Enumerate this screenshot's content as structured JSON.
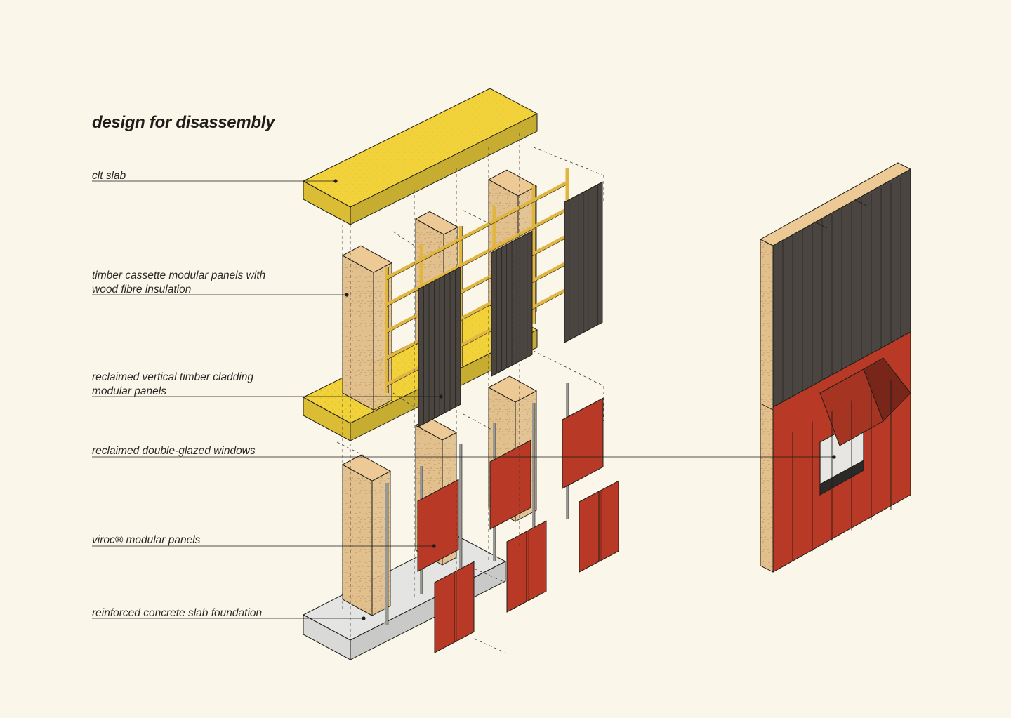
{
  "title": "design for disassembly",
  "labels": [
    {
      "id": "clt-slab",
      "lines": [
        "clt slab"
      ]
    },
    {
      "id": "timber-cassette",
      "lines": [
        "timber cassette modular panels with",
        "wood fibre insulation"
      ]
    },
    {
      "id": "timber-cladding",
      "lines": [
        "reclaimed vertical timber cladding",
        "modular panels"
      ]
    },
    {
      "id": "windows",
      "lines": [
        "reclaimed double-glazed windows"
      ]
    },
    {
      "id": "viroc",
      "lines": [
        "viroc® modular panels"
      ]
    },
    {
      "id": "concrete",
      "lines": [
        "reinforced concrete slab foundation"
      ]
    }
  ],
  "colors": {
    "background": "#faf6e9",
    "clt": "#f2d23a",
    "timber": "#e2c08e",
    "cladding": "#4a4540",
    "viroc": "#b83a26",
    "concrete": "#e4e4e2",
    "battens": "#e0b640"
  }
}
